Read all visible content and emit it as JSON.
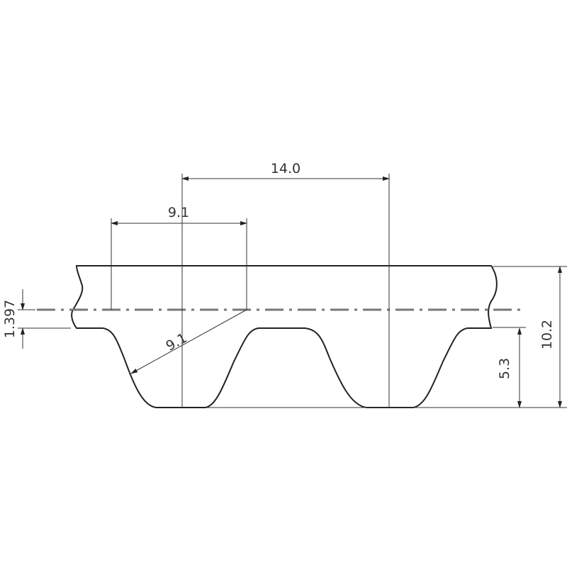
{
  "drawing": {
    "dimensions": {
      "pitch": "14.0",
      "tooth_width": "9.1",
      "tooth_radius": "9.1",
      "pitch_line_offset": "1.397",
      "tooth_height": "5.3",
      "total_height": "10.2"
    },
    "colors": {
      "line": "#222222",
      "centerline": "#777777"
    }
  }
}
